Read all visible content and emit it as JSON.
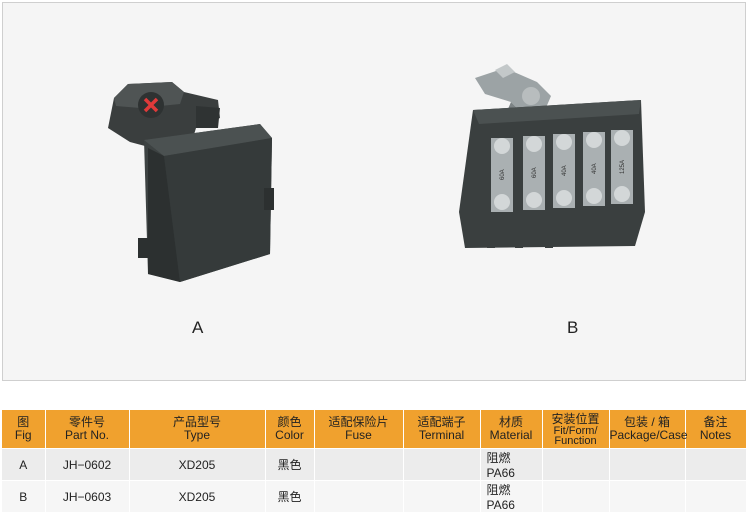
{
  "figures": [
    {
      "label": "A"
    },
    {
      "label": "B"
    }
  ],
  "fuse_labels": [
    "60A",
    "60A",
    "40A",
    "40A",
    "125A"
  ],
  "table": {
    "headers": [
      {
        "cn": "图",
        "en": "Fig"
      },
      {
        "cn": "零件号",
        "en": "Part No."
      },
      {
        "cn": "产品型号",
        "en": "Type"
      },
      {
        "cn": "颜色",
        "en": "Color"
      },
      {
        "cn": "适配保险片",
        "en": "Fuse"
      },
      {
        "cn": "适配端子",
        "en": "Terminal"
      },
      {
        "cn": "材质",
        "en": "Material"
      },
      {
        "cn": "安装位置",
        "en": "Fit/Form/ Function"
      },
      {
        "cn": "包装 / 箱",
        "en": "Package/Case"
      },
      {
        "cn": "备注",
        "en": "Notes"
      }
    ],
    "rows": [
      [
        "A",
        "JH−0602",
        "XD205",
        "黑色",
        "",
        "",
        "阻燃 PA66",
        "",
        "",
        ""
      ],
      [
        "B",
        "JH−0603",
        "XD205",
        "黑色",
        "",
        "",
        "阻燃 PA66",
        "",
        "",
        ""
      ]
    ]
  }
}
